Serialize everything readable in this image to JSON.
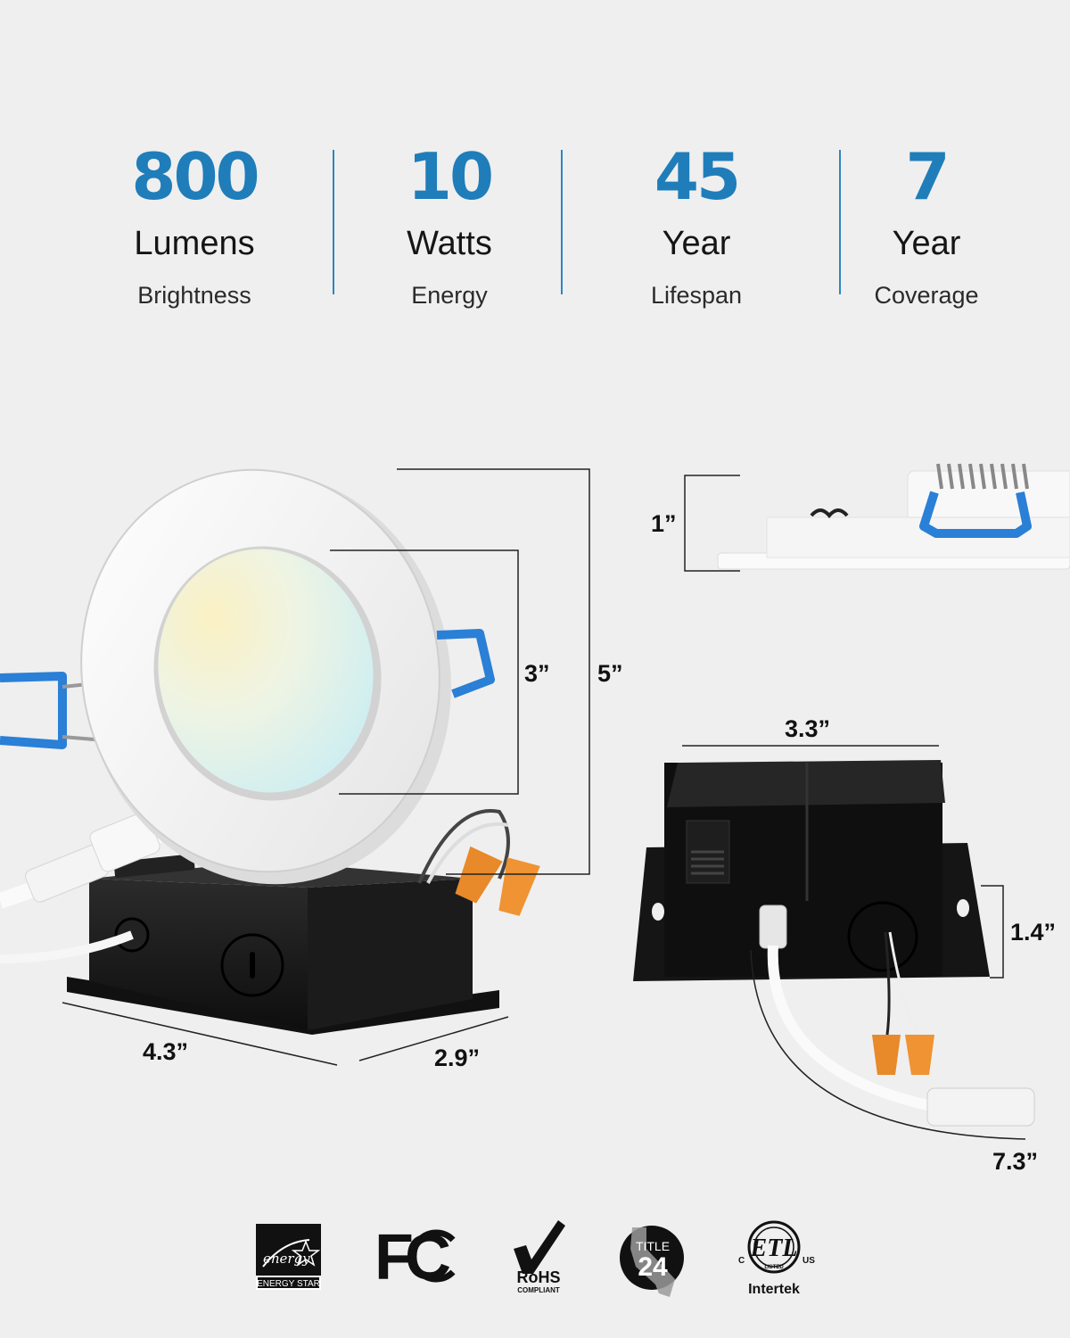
{
  "stats": [
    {
      "number": "800",
      "unit": "Lumens",
      "label": "Brightness"
    },
    {
      "number": "10",
      "unit": "Watts",
      "label": "Energy"
    },
    {
      "number": "45",
      "unit": "Year",
      "label": "Lifespan"
    },
    {
      "number": "7",
      "unit": "Year",
      "label": "Coverage"
    }
  ],
  "dimensions": {
    "light_height": "1”",
    "inner_diameter": "3”",
    "outer_diameter": "5”",
    "box_length": "4.3”",
    "box_width": "2.9”",
    "box_top_width": "3.3”",
    "box_height": "1.4”",
    "cable_length": "7.3”"
  },
  "certifications": {
    "energy_star_script": "energy",
    "energy_star": "ENERGY STAR",
    "fcc": "FC",
    "rohs": "RoHS",
    "rohs_sub": "COMPLIANT",
    "title24_top": "TITLE",
    "title24_num": "24",
    "etl_c": "C",
    "etl_us": "US",
    "etl_listed": "LISTED",
    "etl_brand": "Intertek"
  },
  "colors": {
    "accent_blue": "#1f7dba",
    "background": "#efefef",
    "clip_blue": "#2a7fd6",
    "wire_nut_orange": "#e8892a"
  }
}
